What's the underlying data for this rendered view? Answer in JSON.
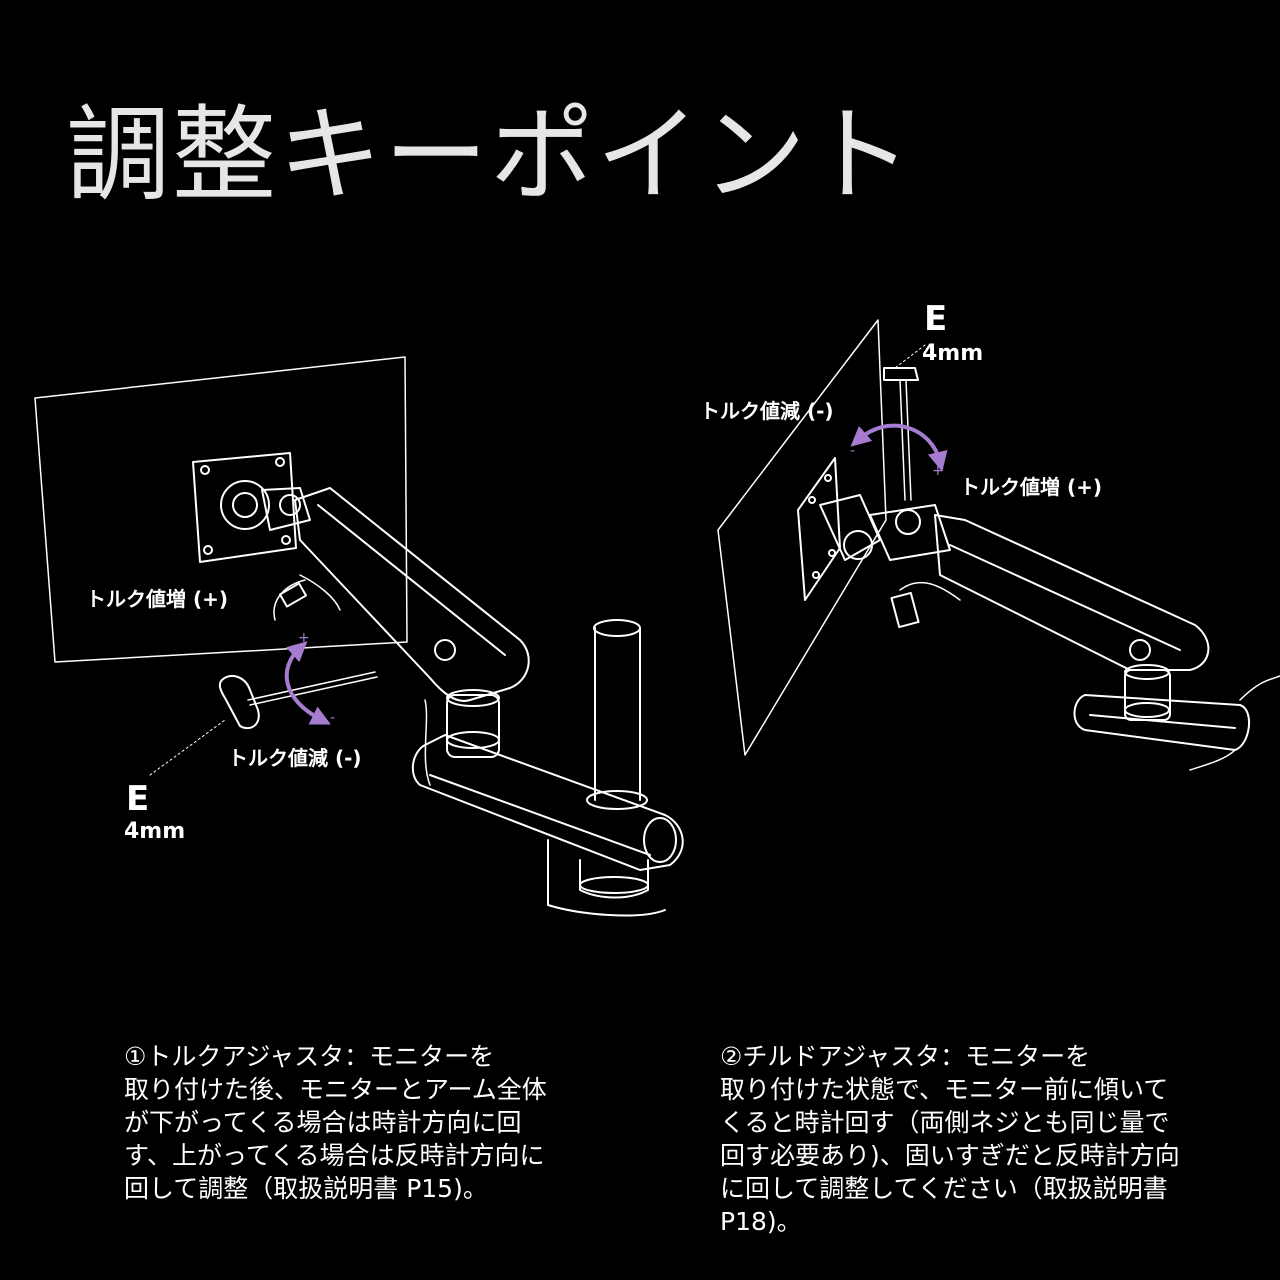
{
  "title": "調整キーポイント",
  "colors": {
    "background": "#000000",
    "line": "#ffffff",
    "arrow": "#a57cd0",
    "title": "#e6e6e6"
  },
  "left_diagram": {
    "tool_letter": "E",
    "tool_size": "4mm",
    "torque_increase": "トルク値増 (+)",
    "torque_decrease": "トルク値減 (-)"
  },
  "right_diagram": {
    "tool_letter": "E",
    "tool_size": "4mm",
    "torque_increase": "トルク値増 (+)",
    "torque_decrease": "トルク値減 (-)"
  },
  "descriptions": {
    "left_lines": [
      "①トルクアジャスタ：モニターを",
      "取り付けた後、モニターとアーム全体",
      "が下がってくる場合は時計方向に回",
      "す、上がってくる場合は反時計方向に",
      "回して調整（取扱説明書 P15)。"
    ],
    "right_lines": [
      "②チルドアジャスタ：モニターを",
      "取り付けた状態で、モニター前に傾いて",
      "くると時計回す（両側ネジとも同じ量で",
      "回す必要あり)、固いすぎだと反時計方向",
      "に回して調整してください（取扱説明書",
      "P18)。"
    ]
  }
}
